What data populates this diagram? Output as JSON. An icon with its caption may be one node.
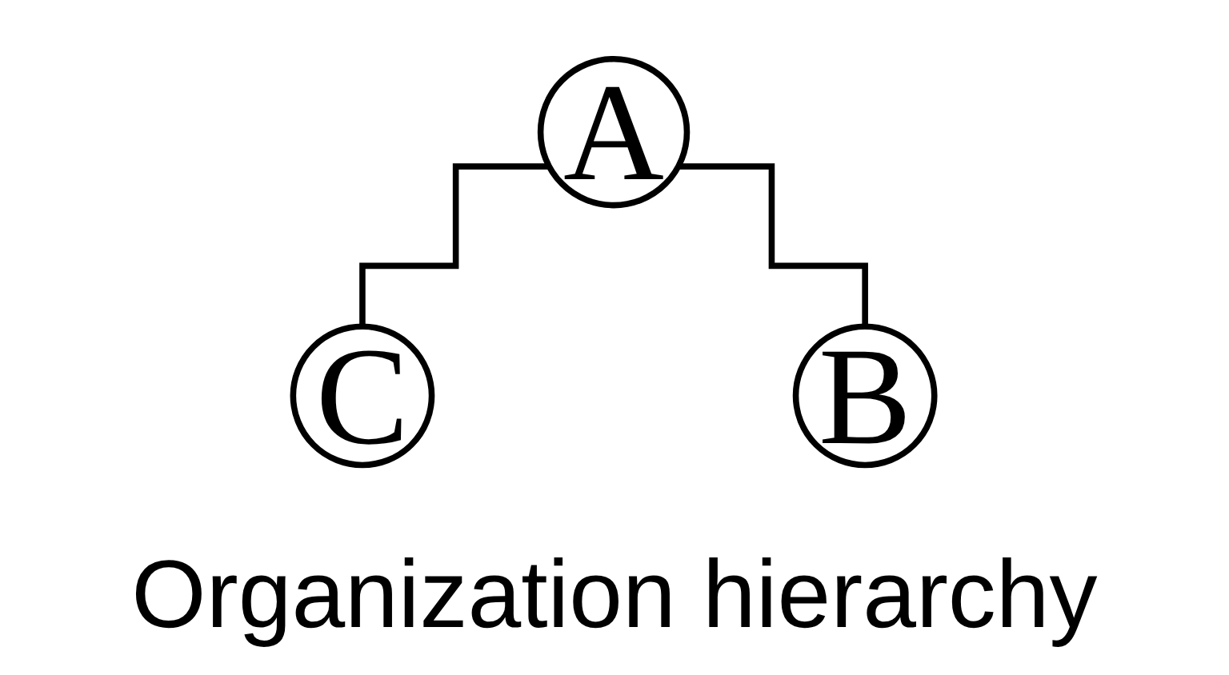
{
  "diagram": {
    "caption": "Organization hierarchy",
    "nodes": [
      {
        "text": [
          "A"
        ]
      },
      {
        "text": [
          "C"
        ]
      },
      {
        "text": [
          "B"
        ]
      }
    ],
    "edges": [
      {
        "from": 0,
        "to": 1,
        "arrow": "none"
      },
      {
        "from": 0,
        "to": 2,
        "arrow": "none"
      }
    ]
  }
}
